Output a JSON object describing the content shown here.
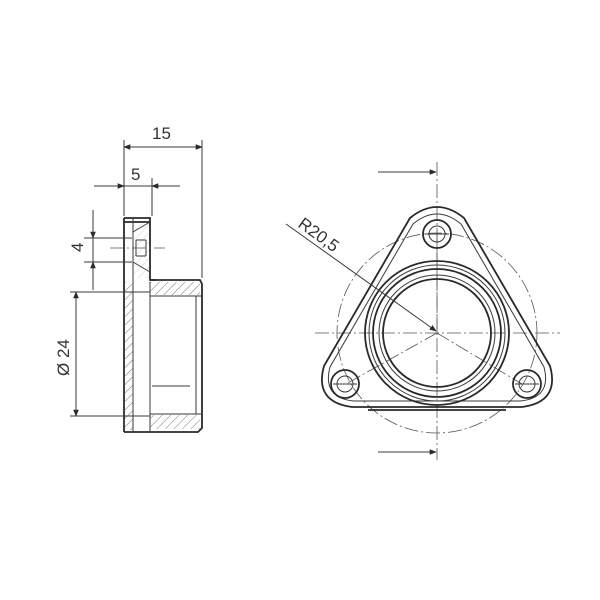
{
  "drawing": {
    "type": "technical drawing",
    "views": [
      "side-section",
      "front"
    ]
  },
  "dimensions": {
    "overall_length": "15",
    "flange_thickness": "5",
    "chamfer_height": "4",
    "bore_diameter": "Ø 24",
    "outer_radius": "R20,5"
  },
  "colors": {
    "line": "#2a2a2a",
    "background": "#ffffff"
  }
}
